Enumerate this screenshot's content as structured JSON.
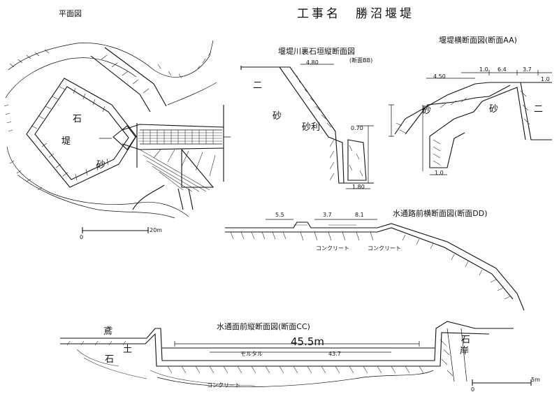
{
  "title": "工事名　勝沼堰堤",
  "plan": {
    "title": "平面図",
    "labels": {
      "left_bank": "石",
      "dike": "堤",
      "gravel": "砂"
    },
    "scale_start": "0",
    "scale_end": "20m"
  },
  "section_bb": {
    "title": "堰堤川裏石垣縦断面図",
    "subtitle": "(断面BB)",
    "dim_top": "4.80",
    "labels": {
      "fill_left": "二",
      "fill_mid": "砂",
      "gravel": "砂利"
    },
    "dim_mid": "0.70",
    "dim_low": "1.80"
  },
  "section_aa": {
    "title": "堰堤横断面図(断面AA)",
    "dims_top": [
      "1.0",
      "6.4",
      "3.7",
      "1.0"
    ],
    "dim_left": "4.50",
    "labels": {
      "sand_left": "砂",
      "sand_right": "砂",
      "fill_right": "二"
    },
    "dim_height": "1.0"
  },
  "section_dd": {
    "title": "水通路前横断面図(断面DD)",
    "concrete_1": "コンクリート",
    "concrete_2": "コンクリート",
    "dims": [
      "5.5",
      "3.7",
      "8.1"
    ]
  },
  "section_cc": {
    "title": "水通面前縦断面図(断面CC)",
    "span": "45.5m",
    "sub_dim": "43.7",
    "mortar": "モルタル",
    "concrete": "コンクリート",
    "labels": {
      "left_a": "石",
      "left_b": "土",
      "right": "岸",
      "right_b": "石",
      "bank": "鳶"
    }
  },
  "scale_right": {
    "start": "0",
    "end": "5m"
  }
}
